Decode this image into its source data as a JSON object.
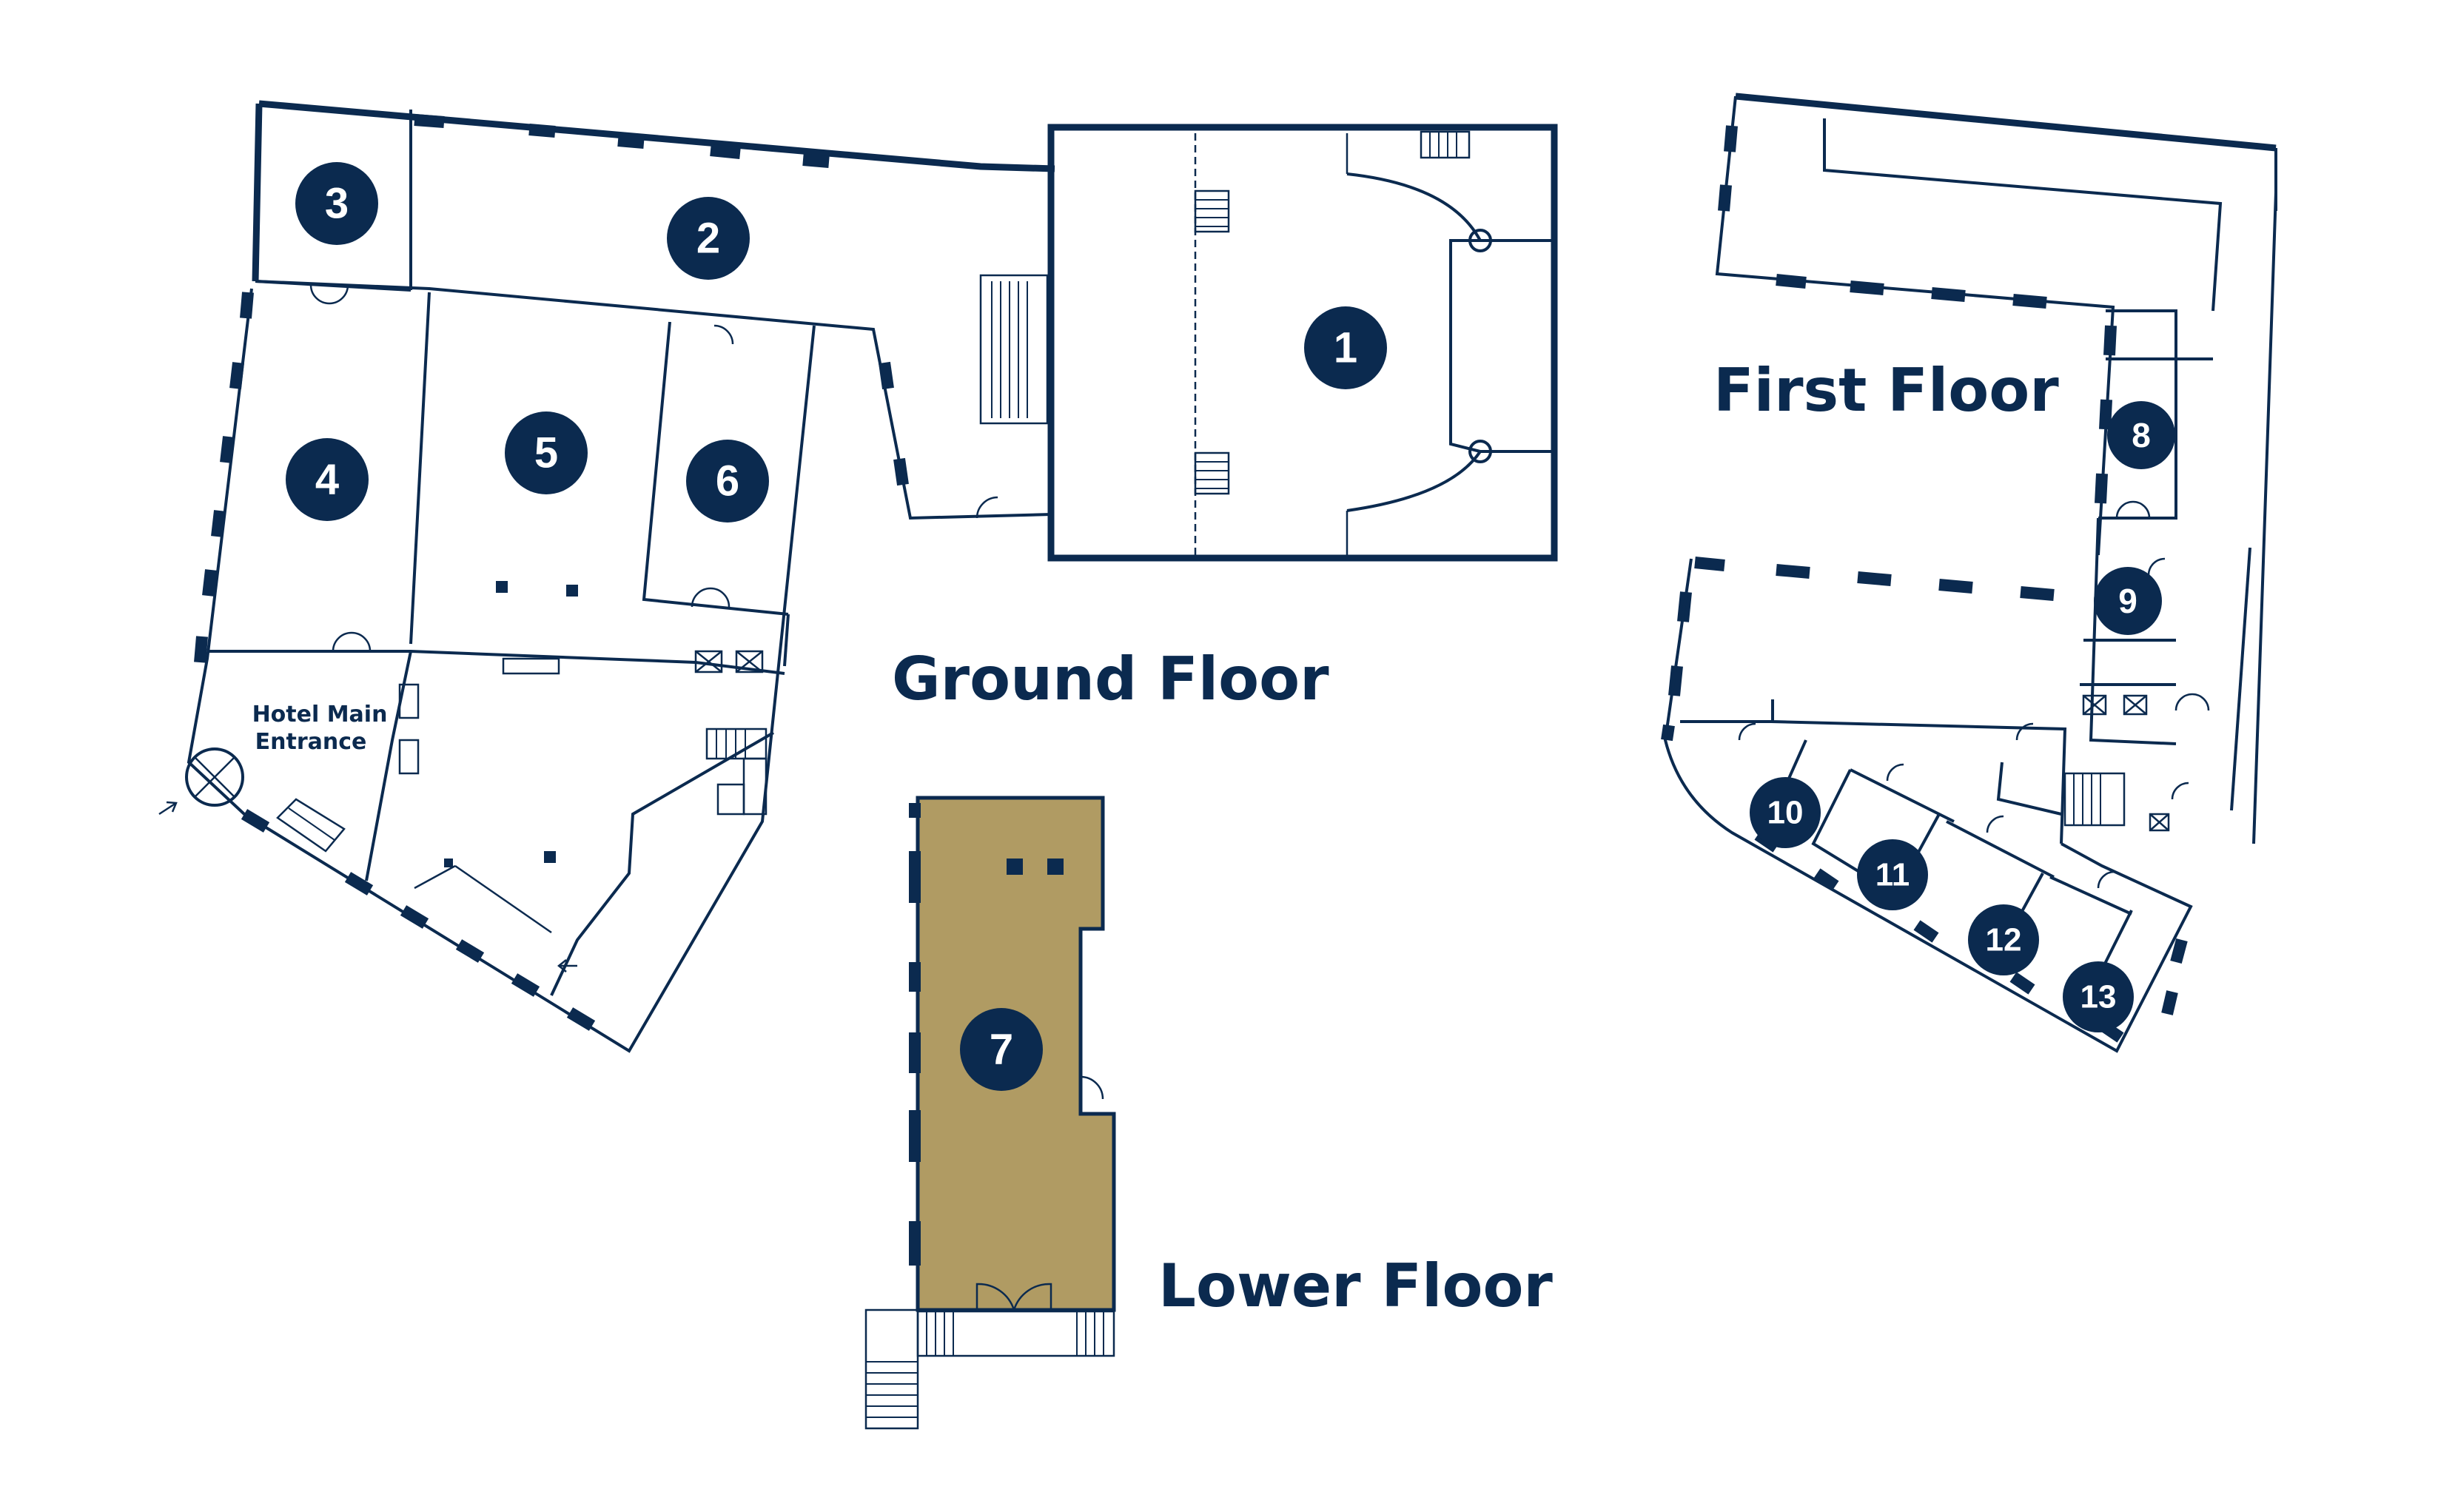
{
  "floors": {
    "ground": "Ground Floor",
    "first": "First Floor",
    "lower": "Lower Floor"
  },
  "entrance_label": [
    "Hotel Main",
    "Entrance"
  ],
  "rooms": [
    "1",
    "2",
    "3",
    "4",
    "5",
    "6",
    "7",
    "8",
    "9",
    "10",
    "11",
    "12",
    "13"
  ],
  "highlighted_room": "7",
  "colors": {
    "wall": "#0b2a4f",
    "badge": "#0b2a4f",
    "highlight_fill": "#b09b63",
    "background": "#ffffff"
  },
  "icons": [
    "revolving-door-icon",
    "entrance-arrow-icon",
    "stairs-icon",
    "lift-icon",
    "door-swing-icon"
  ]
}
